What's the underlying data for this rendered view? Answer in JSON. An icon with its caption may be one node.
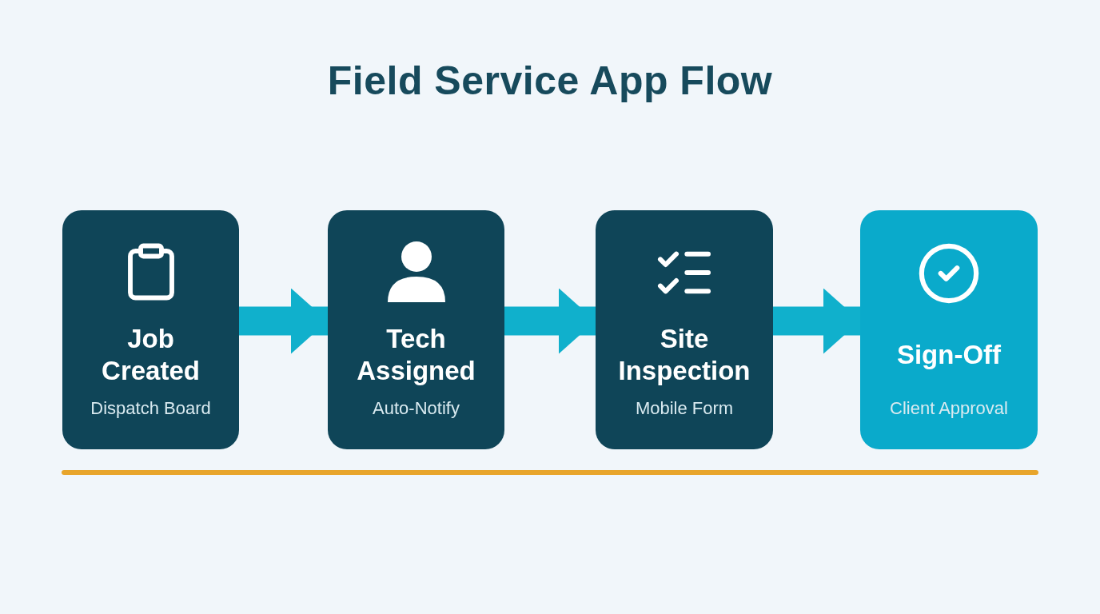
{
  "diagram": {
    "title": "Field Service App Flow",
    "nodes": [
      {
        "text": [
          "Job Created",
          "Dispatch Board"
        ]
      },
      {
        "text": [
          "Tech Assigned",
          "Auto-Notify"
        ]
      },
      {
        "text": [
          "Site Inspection",
          "Mobile Form"
        ]
      },
      {
        "text": [
          "Sign-Off",
          "Client Approval"
        ]
      }
    ],
    "edges": [
      {
        "from": 0,
        "to": 1,
        "arrow": "to"
      },
      {
        "from": 1,
        "to": 2,
        "arrow": "to"
      },
      {
        "from": 2,
        "to": 3,
        "arrow": "to"
      }
    ]
  }
}
